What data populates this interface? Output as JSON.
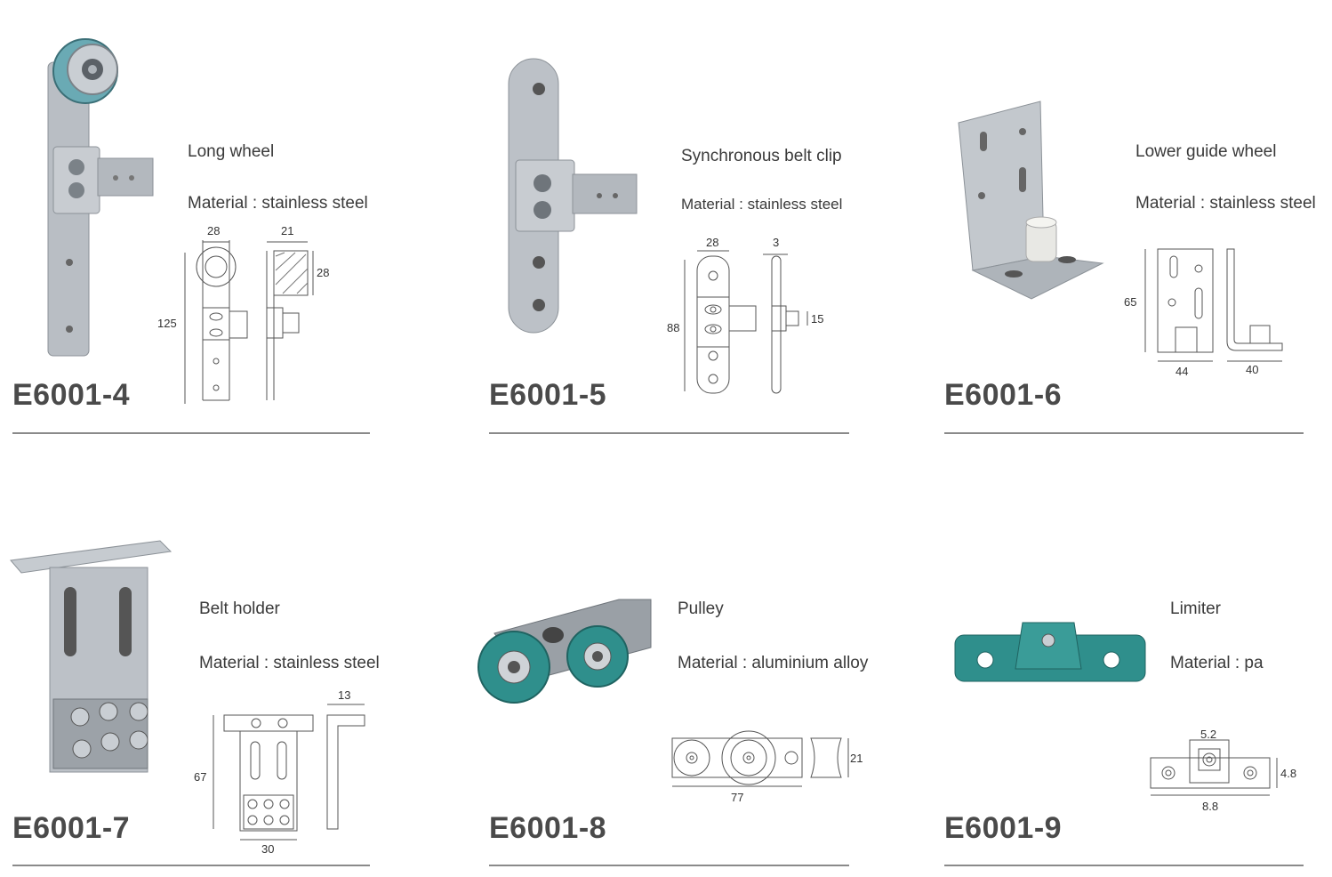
{
  "products": [
    {
      "code": "E6001-4",
      "name": "Long wheel",
      "material": "Material : stainless steel",
      "dims": {
        "a": "28",
        "b": "21",
        "c": "28",
        "d": "125"
      }
    },
    {
      "code": "E6001-5",
      "name": "Synchronous belt clip",
      "material": "Material : stainless steel",
      "dims": {
        "a": "28",
        "b": "3",
        "c": "15",
        "d": "88"
      }
    },
    {
      "code": "E6001-6",
      "name": "Lower guide wheel",
      "material": "Material : stainless steel",
      "dims": {
        "a": "65",
        "b": "44",
        "c": "40"
      }
    },
    {
      "code": "E6001-7",
      "name": "Belt holder",
      "material": "Material : stainless steel",
      "dims": {
        "a": "13",
        "b": "67",
        "c": "30"
      }
    },
    {
      "code": "E6001-8",
      "name": "Pulley",
      "material": "Material : aluminium alloy",
      "dims": {
        "a": "21",
        "b": "77"
      }
    },
    {
      "code": "E6001-9",
      "name": "Limiter",
      "material": "Material : pa",
      "dims": {
        "a": "5.2",
        "b": "4.8",
        "c": "8.8"
      }
    }
  ],
  "colors": {
    "steel": "#b9bec4",
    "steel_dark": "#8c9298",
    "teal": "#2f8f8c",
    "line": "#555555"
  }
}
